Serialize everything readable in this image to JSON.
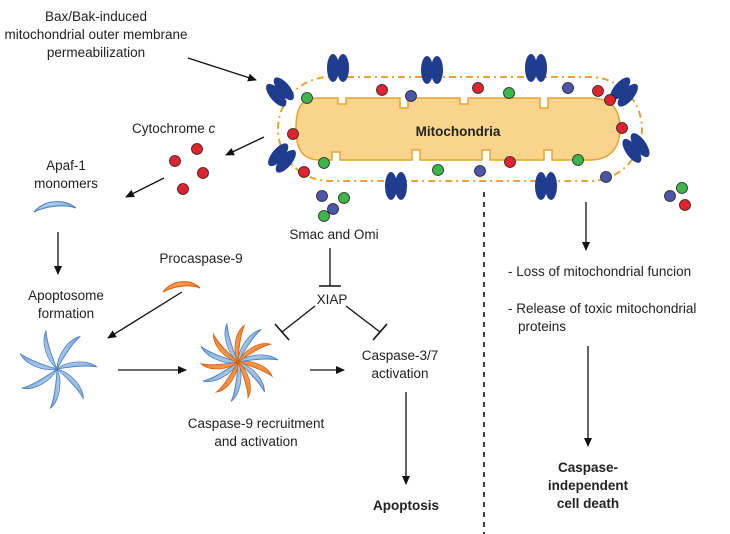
{
  "labels": {
    "bax_bak_1": "Bax/Bak-induced",
    "bax_bak_2": "mitochondrial outer membrane",
    "bax_bak_3": "permeabilization",
    "cytochrome": "Cytochrome",
    "cytochrome_italic": "c",
    "mitochondria": "Mitochondria",
    "apaf_1": "Apaf-1",
    "apaf_2": "monomers",
    "procaspase": "Procaspase-9",
    "apoptosome_1": "Apoptosome",
    "apoptosome_2": "formation",
    "smac_omi": "Smac and Omi",
    "xiap": "XIAP",
    "caspase37_1": "Caspase-3/7",
    "caspase37_2": "activation",
    "casp9_1": "Caspase-9 recruitment",
    "casp9_2": "and activation",
    "apoptosis": "Apoptosis",
    "loss": "- Loss of mitochondrial funcion",
    "release_1": "- Release of toxic mitochondrial",
    "release_2": "proteins",
    "cid_1": "Caspase-",
    "cid_2": "independent",
    "cid_3": "cell death"
  },
  "colors": {
    "mito_fill": "#fbd48c",
    "mito_outline": "#e3a43a",
    "bax": "#1f3c8f",
    "cyto_c": "#e0232f",
    "smac": "#3cb54a",
    "omi": "#4b56a6",
    "apaf": "#6ea6dc",
    "procaspase": "#f07a22"
  },
  "icons": [
    "mitochondrion-icon",
    "bax-bak-pore-icon",
    "cytochrome-c-dot-icon",
    "smac-dot-icon",
    "omi-dot-icon",
    "apaf-monomer-icon",
    "procaspase-icon",
    "apoptosome-icon",
    "caspase9-apoptosome-icon"
  ]
}
